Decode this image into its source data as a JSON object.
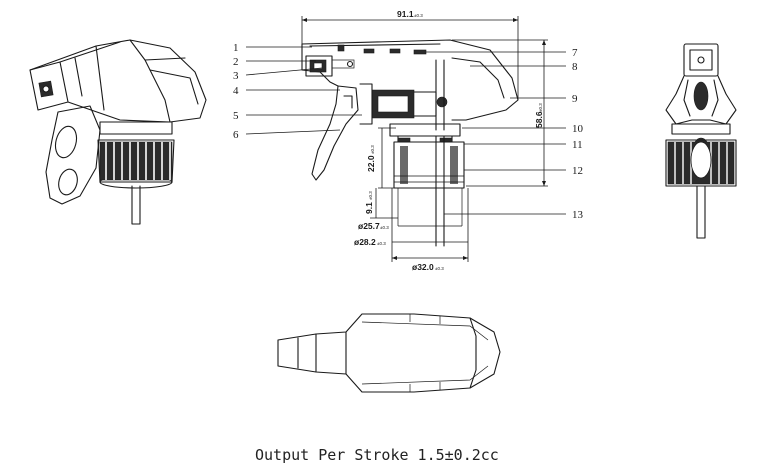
{
  "callouts": [
    "1",
    "2",
    "3",
    "4",
    "5",
    "6",
    "7",
    "8",
    "9",
    "10",
    "11",
    "12",
    "13"
  ],
  "dimensions": {
    "width_top": "91.1",
    "height_total": "58.6",
    "height_body": "22.0",
    "height_neck": "9.1",
    "dia_inner": "ø25.7",
    "dia_outer": "ø28.2",
    "dia_cap": "ø32.0",
    "tolerance": "±0.3"
  },
  "caption": "Output Per Stroke 1.5±0.2cc"
}
